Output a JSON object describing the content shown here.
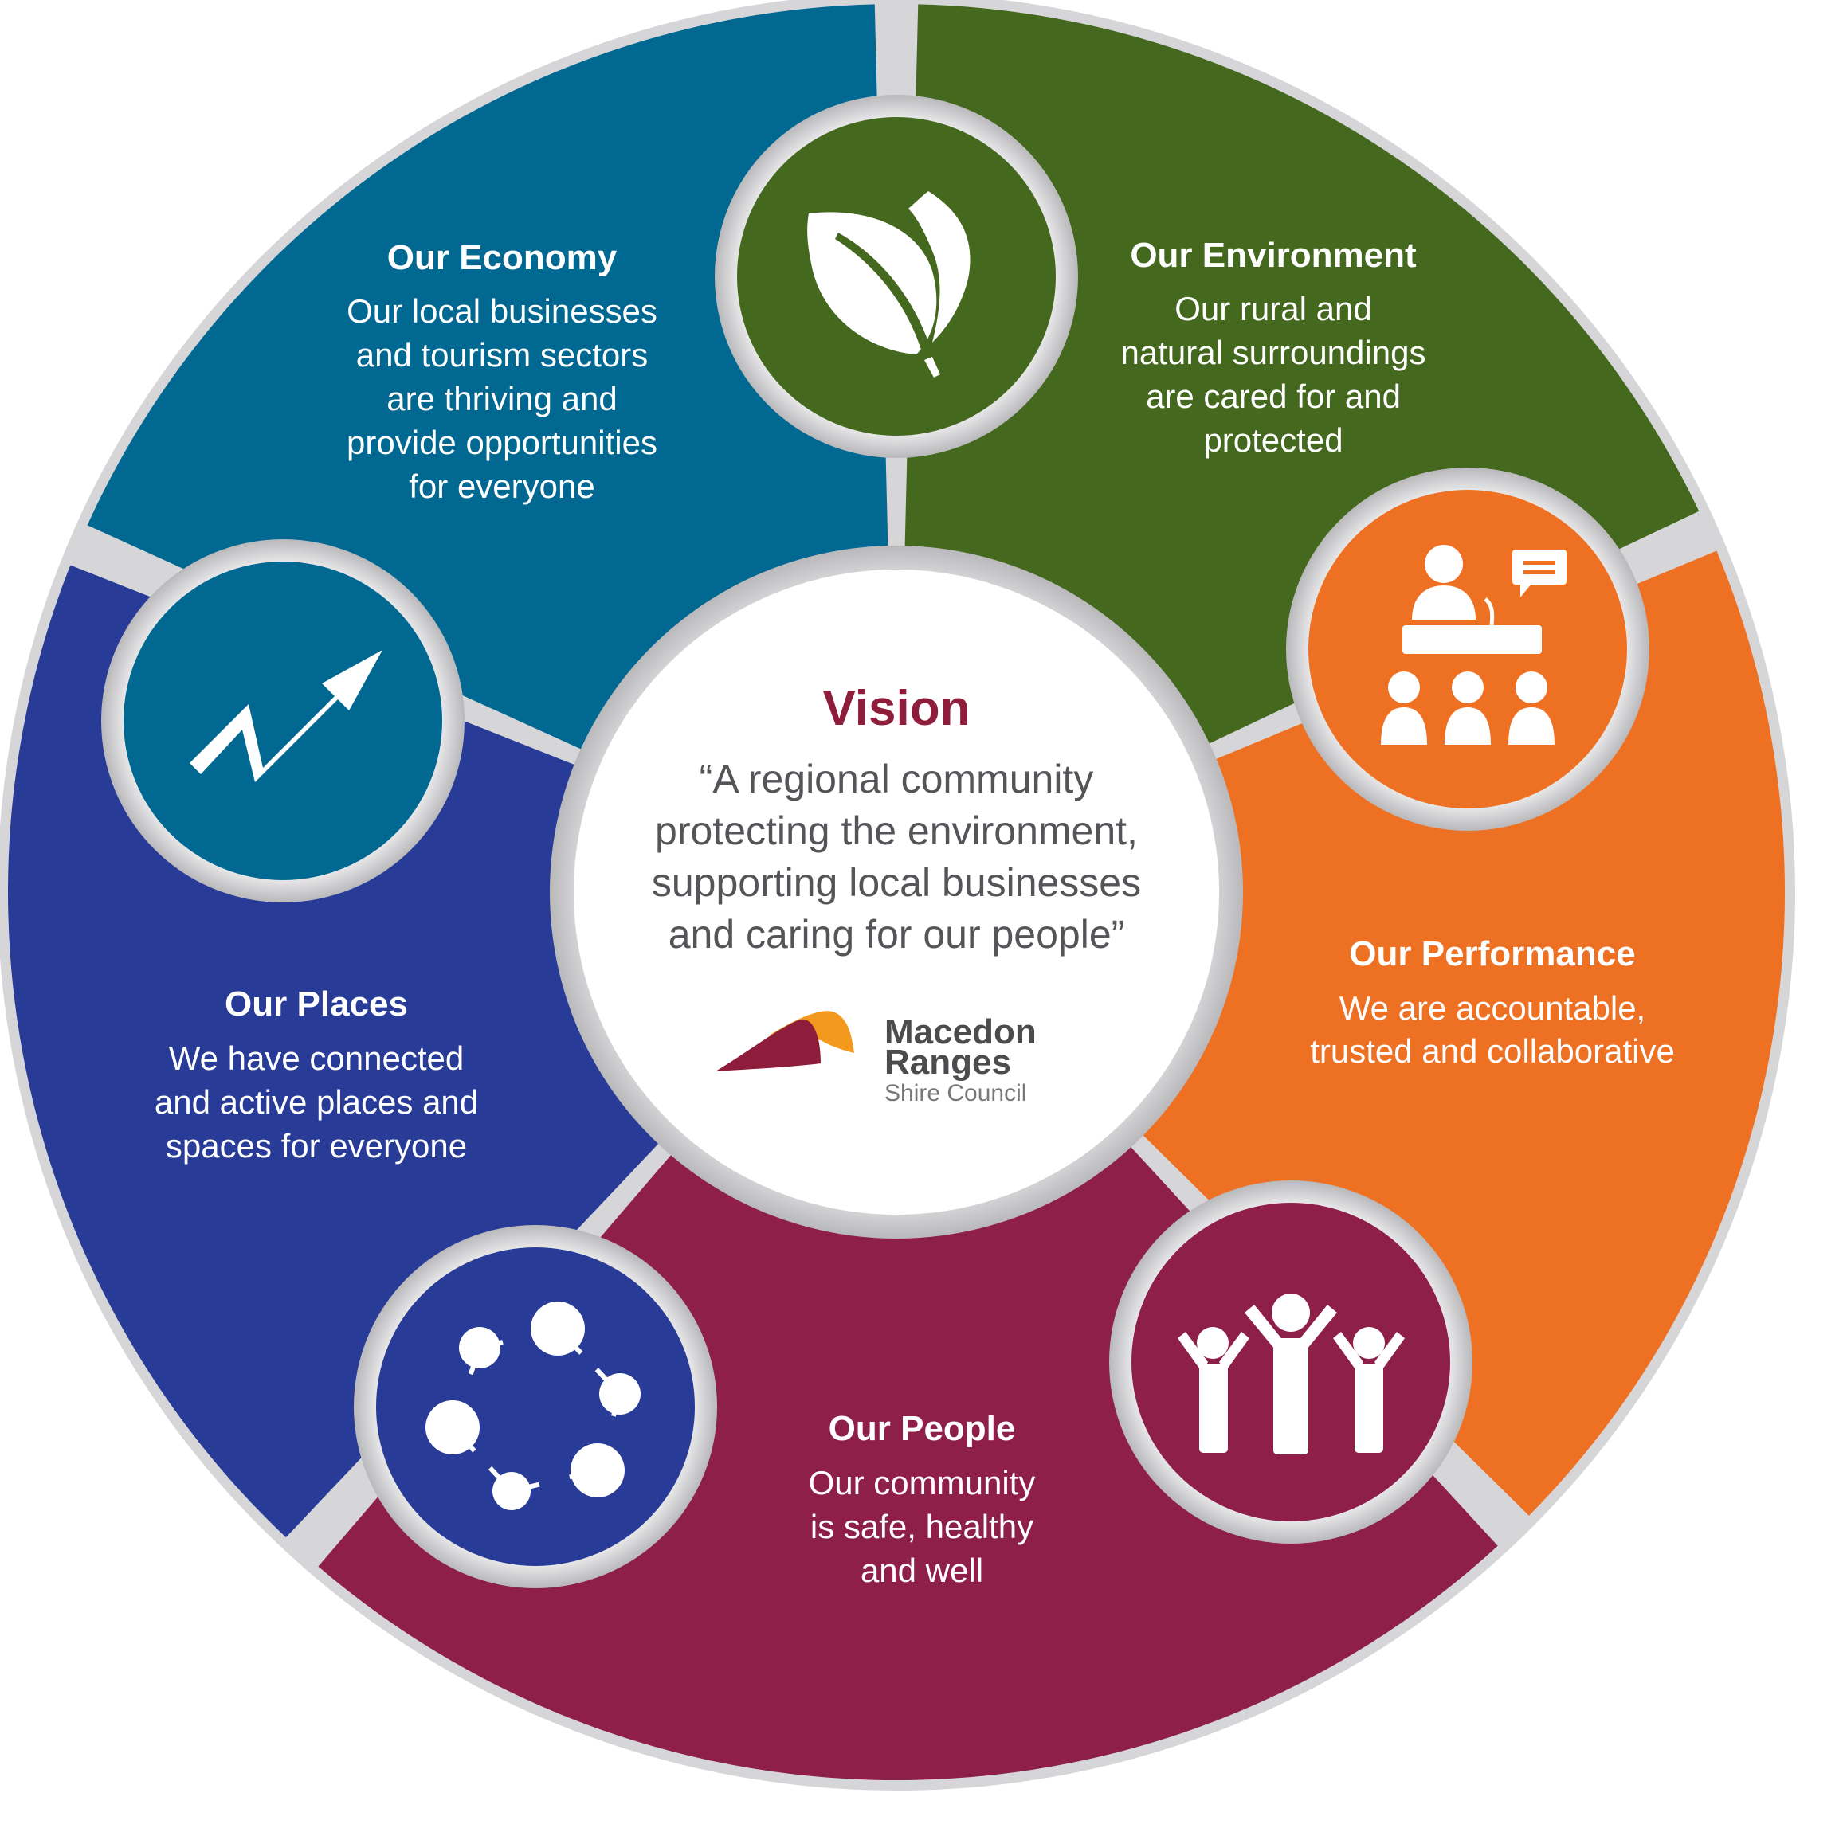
{
  "vision": {
    "title": "Vision",
    "lines": [
      "“A regional community",
      "protecting the environment,",
      "supporting local businesses",
      "and caring for our people”"
    ]
  },
  "logo": {
    "line1": "Macedon",
    "line2": "Ranges",
    "line3": "Shire Council",
    "colors": {
      "dark": "#8e1d3b",
      "orange": "#f39a1e"
    }
  },
  "segments": [
    {
      "key": "economy",
      "color": "#016892",
      "icon": "growth-arrow-icon",
      "title": "Our Economy",
      "lines": [
        "Our local businesses",
        "and tourism sectors",
        "are thriving and",
        "provide opportunities",
        "for everyone"
      ]
    },
    {
      "key": "environment",
      "color": "#44681e",
      "icon": "leaf-icon",
      "title": "Our Environment",
      "lines": [
        "Our rural and",
        "natural surroundings",
        "are cared for and",
        "protected"
      ]
    },
    {
      "key": "performance",
      "color": "#ee7023",
      "icon": "presenter-audience-icon",
      "title": "Our Performance",
      "lines": [
        "We are accountable,",
        "trusted and collaborative"
      ]
    },
    {
      "key": "people",
      "color": "#8e1f49",
      "icon": "cheering-people-icon",
      "title": "Our People",
      "lines": [
        "Our community",
        "is safe, healthy",
        "and well"
      ]
    },
    {
      "key": "places",
      "color": "#283b96",
      "icon": "network-nodes-icon",
      "title": "Our Places",
      "lines": [
        "We have connected",
        "and active places and",
        "spaces for everyone"
      ]
    }
  ],
  "colors": {
    "gap": "#d6d6d8",
    "center": "#ffffff"
  }
}
